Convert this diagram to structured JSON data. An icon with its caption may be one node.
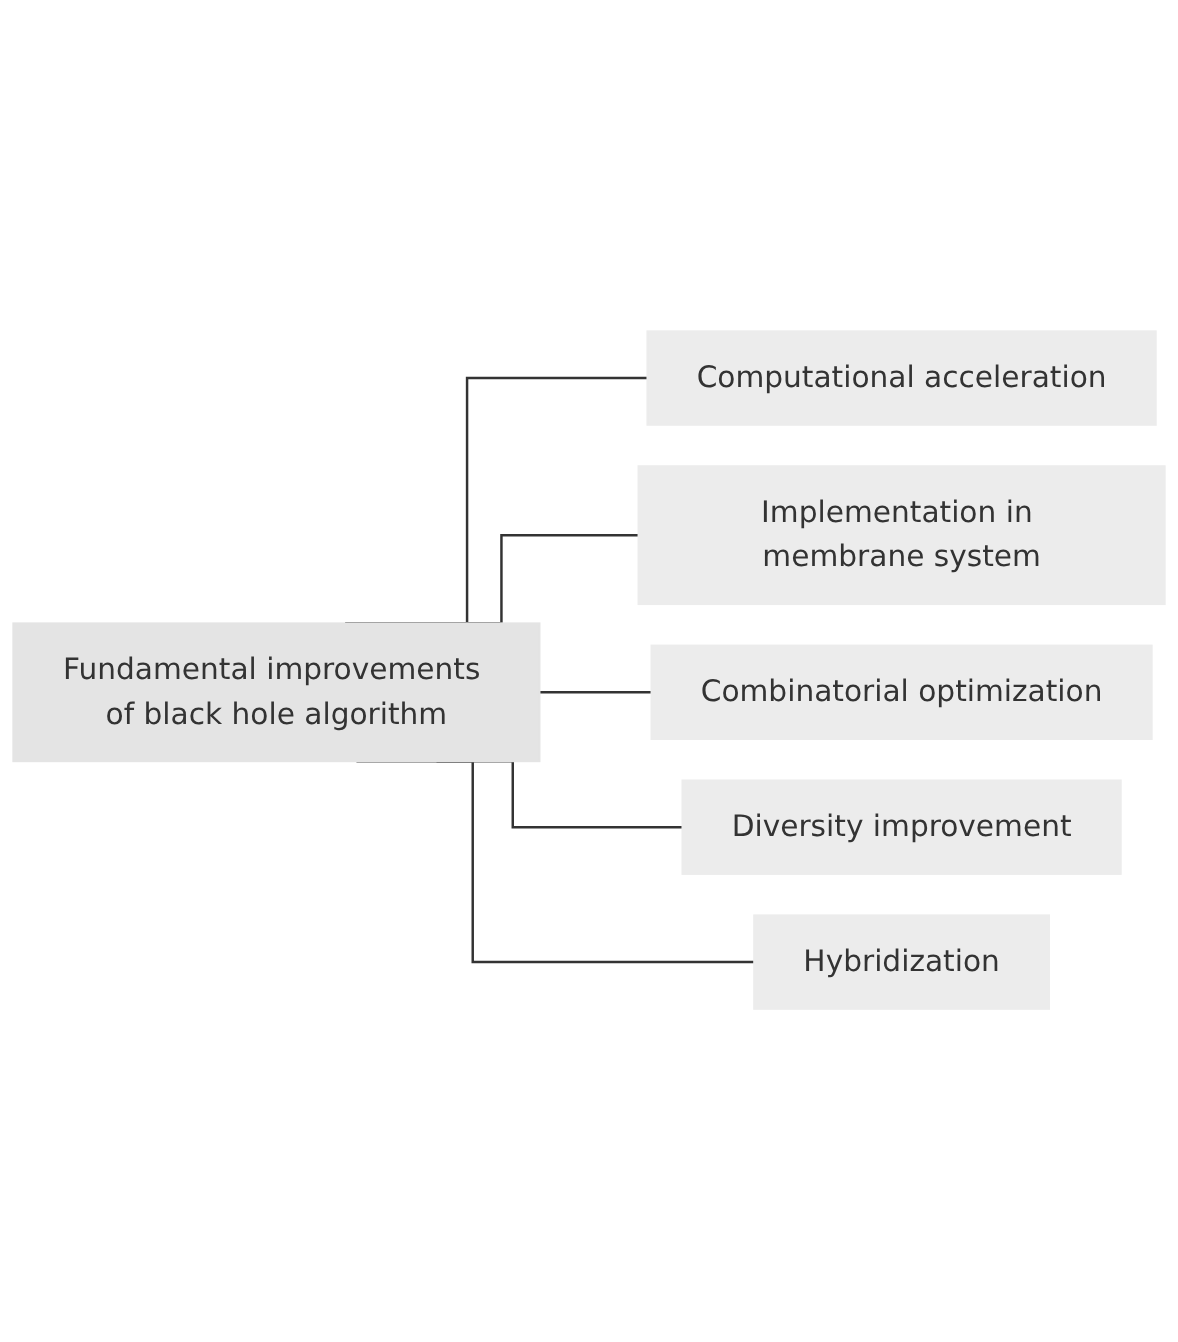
{
  "diagram": {
    "nodes": [
      {
        "text": [
          "Fundamental improvements of black hole algorithm"
        ]
      },
      {
        "text": [
          "Computational acceleration"
        ]
      },
      {
        "text": [
          "Implementation in membrane system"
        ]
      },
      {
        "text": [
          "Combinatorial optimization"
        ]
      },
      {
        "text": [
          "Diversity improvement"
        ]
      },
      {
        "text": [
          "Hybridization"
        ]
      }
    ],
    "edges": [
      {
        "from": 0,
        "to": 1,
        "arrow": "none"
      },
      {
        "from": 0,
        "to": 2,
        "arrow": "none"
      },
      {
        "from": 0,
        "to": 3,
        "arrow": "none"
      },
      {
        "from": 0,
        "to": 4,
        "arrow": "none"
      },
      {
        "from": 0,
        "to": 5,
        "arrow": "none"
      }
    ]
  }
}
